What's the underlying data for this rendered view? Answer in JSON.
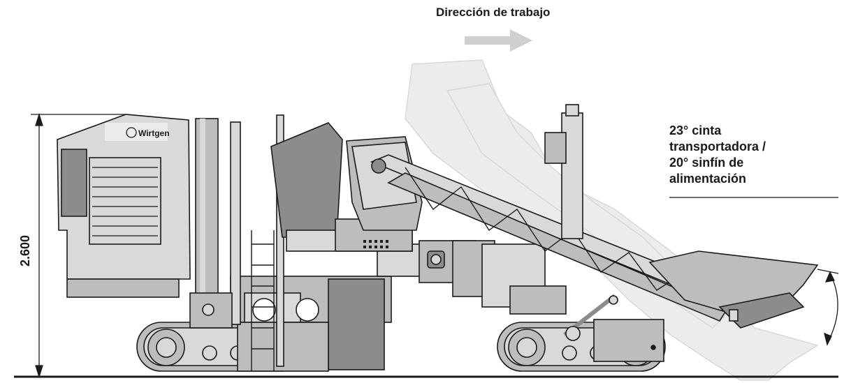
{
  "diagram": {
    "direction_label": "Dirección de trabajo",
    "height_label": "2.600",
    "angle_lines": [
      "23° cinta",
      "transportadora /",
      "20° sinfín de",
      "alimentación"
    ],
    "brand": "Wirtgen"
  },
  "colors": {
    "outline": "#1a1a1a",
    "body_light": "#d9d9d9",
    "body_mid": "#bdbdbd",
    "body_dark": "#8c8c8c",
    "ghost": "#ececec",
    "arrow": "#cfcfcf"
  }
}
